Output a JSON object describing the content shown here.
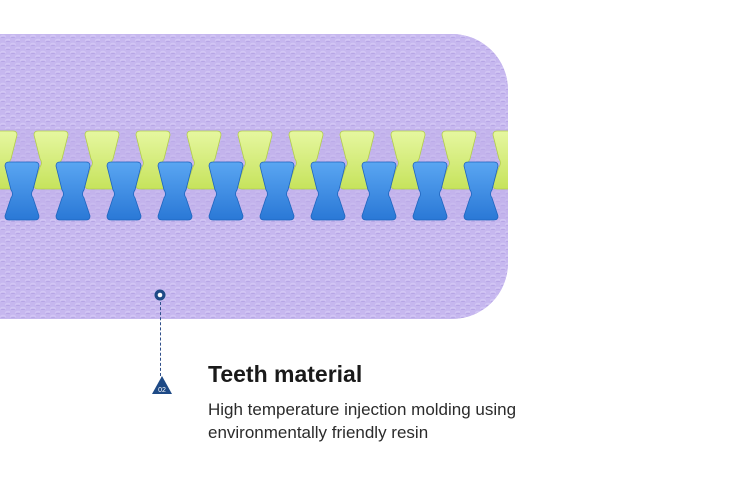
{
  "feature": {
    "number": "02",
    "title": "Teeth material",
    "description_lines": [
      "High temperature injection molding using",
      "environmentally friendly resin"
    ]
  },
  "colors": {
    "tape": "#c6b7ef",
    "tooth_upper": "#d6f07a",
    "tooth_lower": "#3b8fe8",
    "marker": "#1e4a86"
  },
  "icons": {
    "marker_dot": "circle-dot-icon",
    "marker_badge": "triangle-badge-icon"
  }
}
